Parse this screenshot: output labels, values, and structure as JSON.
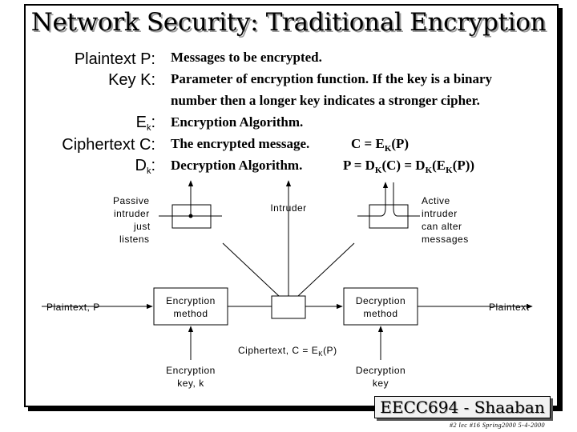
{
  "title": "Network Security: Traditional Encryption",
  "definitions": [
    {
      "term": "Plaintext  P:",
      "desc": "Messages to be encrypted."
    },
    {
      "term": "Key  K:",
      "desc": "Parameter of encryption function. If the key is a binary"
    },
    {
      "term": "",
      "desc": "number  then a longer key indicates a stronger cipher."
    },
    {
      "term": "E",
      "term_sub": "k",
      "term_suffix": ":",
      "desc": "Encryption Algorithm."
    },
    {
      "term": "Ciphertext  C:",
      "desc": "The encrypted message."
    },
    {
      "term": "D",
      "term_sub": "k",
      "term_suffix": ":",
      "desc": "Decryption Algorithm."
    }
  ],
  "formulas": {
    "encrypt": {
      "a": "C = E",
      "sub": "K",
      "b": "(P)"
    },
    "decrypt": {
      "a": "P = D",
      "sub1": "K",
      "b": "(C)   =  D",
      "sub2": "K",
      "c": "(E",
      "sub3": "K",
      "d": "(P))"
    }
  },
  "diagram": {
    "passive": [
      "Passive",
      "intruder",
      "just",
      "listens"
    ],
    "intruder": "Intruder",
    "active": [
      "Active",
      "intruder",
      "can alter",
      "messages"
    ],
    "plaintext_in": "Plaintext, P",
    "encryption_method": [
      "Encryption",
      "method"
    ],
    "decryption_method": [
      "Decryption",
      "method"
    ],
    "plaintext_out": "Plaintext",
    "ciphertext": {
      "a": "Ciphertext, C = E",
      "sub": "K",
      "b": "(P)"
    },
    "encryption_key": [
      "Encryption",
      "key, k"
    ],
    "decryption_key": [
      "Decryption",
      "key"
    ]
  },
  "badge": "EECC694 - Shaaban",
  "footer": "#2 lec #16  Spring2000  5-4-2000"
}
